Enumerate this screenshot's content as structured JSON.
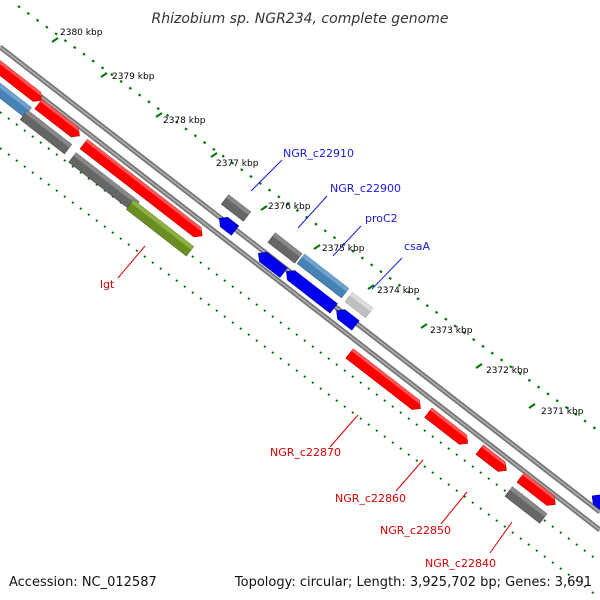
{
  "header": {
    "title": "Rhizobium sp. NGR234, complete genome"
  },
  "footer": {
    "accession": "Accession: NC_012587",
    "summary": "Topology: circular; Length: 3,925,702 bp; Genes: 3,691"
  },
  "ruler": {
    "ticks": [
      "2380 kbp",
      "2379 kbp",
      "2378 kbp",
      "2377 kbp",
      "2376 kbp",
      "2375 kbp",
      "2374 kbp",
      "2373 kbp",
      "2372 kbp",
      "2371 kbp"
    ]
  },
  "colors": {
    "forward_red": "#ff0000",
    "reverse_blue": "#0000ee",
    "steel_blue": "#4682b4",
    "gray": "#666666",
    "light_gray": "#c0c0c0",
    "olive": "#6b8e23",
    "ruler_green": "#007700",
    "backbone": "#777777",
    "label_blue": "#1a1adc",
    "label_red": "#d80000"
  },
  "genes": {
    "NGR_c22910": "NGR_c22910",
    "NGR_c22900": "NGR_c22900",
    "proC2": "proC2",
    "csaA": "csaA",
    "lgt": "lgt",
    "NGR_c22870": "NGR_c22870",
    "NGR_c22860": "NGR_c22860",
    "NGR_c22850": "NGR_c22850",
    "NGR_c22840": "NGR_c22840"
  }
}
